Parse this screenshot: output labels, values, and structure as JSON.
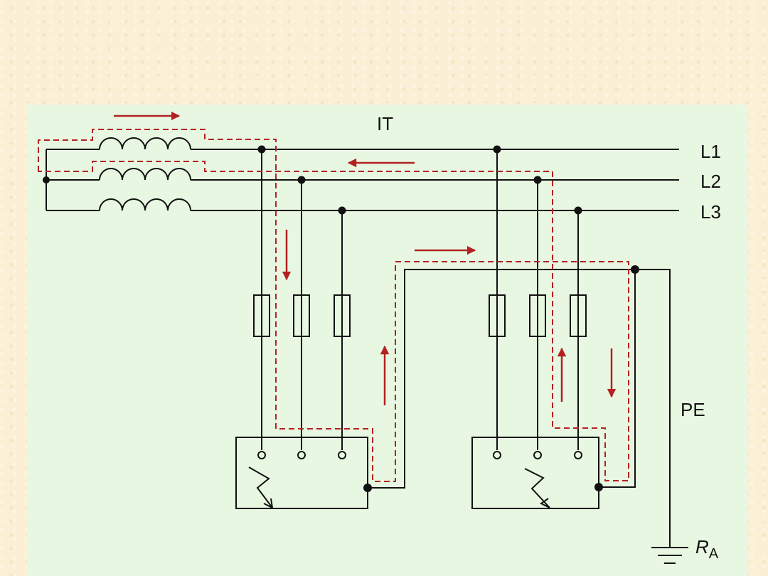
{
  "diagram": {
    "title": "IT",
    "phase_labels": [
      "L1",
      "L2",
      "L3"
    ],
    "pe_label": "PE",
    "ground_label": "R",
    "ground_label_sub": "A"
  },
  "colors": {
    "background": "#fbf0d6",
    "panel": "#e8f7e1",
    "wire": "#111111",
    "fault_path": "#b22222"
  }
}
